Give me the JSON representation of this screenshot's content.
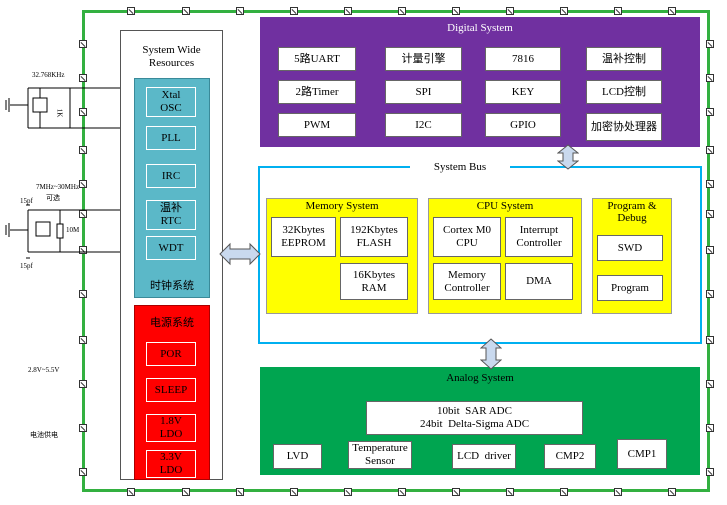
{
  "external": {
    "crystal1_freq": "32.768KHz",
    "crystal2_freq": "7MHz~30MHz",
    "crystal2_note": "可选",
    "cap_top": "15pf",
    "cap_bottom": "15pf",
    "resistor": "10M",
    "crystal_tag": "1K",
    "voltage": "2.8V~5.5V",
    "battery": "电池供电"
  },
  "system_wide": {
    "title": "System Wide\nResources",
    "clock_label": "时钟系统",
    "clock_items": [
      "Xtal\nOSC",
      "PLL",
      "IRC",
      "温补\nRTC",
      "WDT"
    ],
    "power_title": "电源系统",
    "power_items": [
      "POR",
      "SLEEP",
      "1.8V\nLDO",
      "3.3V\nLDO"
    ]
  },
  "digital": {
    "title": "Digital System",
    "items": [
      "5路UART",
      "计量引擎",
      "7816",
      "温补控制",
      "2路Timer",
      "SPI",
      "KEY",
      "LCD控制",
      "PWM",
      "I2C",
      "GPIO",
      "加密协处理器"
    ]
  },
  "bus": {
    "title": "System Bus",
    "memory_title": "Memory System",
    "memory_items": [
      "32Kbytes\nEEPROM",
      "192Kbytes\nFLASH",
      "16Kbytes\nRAM"
    ],
    "cpu_title": "CPU System",
    "cpu_items": [
      "Cortex M0\nCPU",
      "Interrupt\nController",
      "Memory\nController",
      "DMA"
    ],
    "debug_title": "Program &\nDebug",
    "debug_items": [
      "SWD",
      "Program"
    ]
  },
  "analog": {
    "title": "Analog System",
    "adc": "10bit  SAR ADC\n24bit  Delta-Sigma ADC",
    "items": [
      "LVD",
      "Temperature\nSensor",
      "LCD  driver",
      "CMP2",
      "CMP1"
    ]
  },
  "colors": {
    "chip_border": "#33b040",
    "digital": "#7030a0",
    "bus": "#00b0f0",
    "memory": "#ffff00",
    "clock": "#5bb8c8",
    "power": "#ff0000",
    "analog": "#00a550"
  }
}
